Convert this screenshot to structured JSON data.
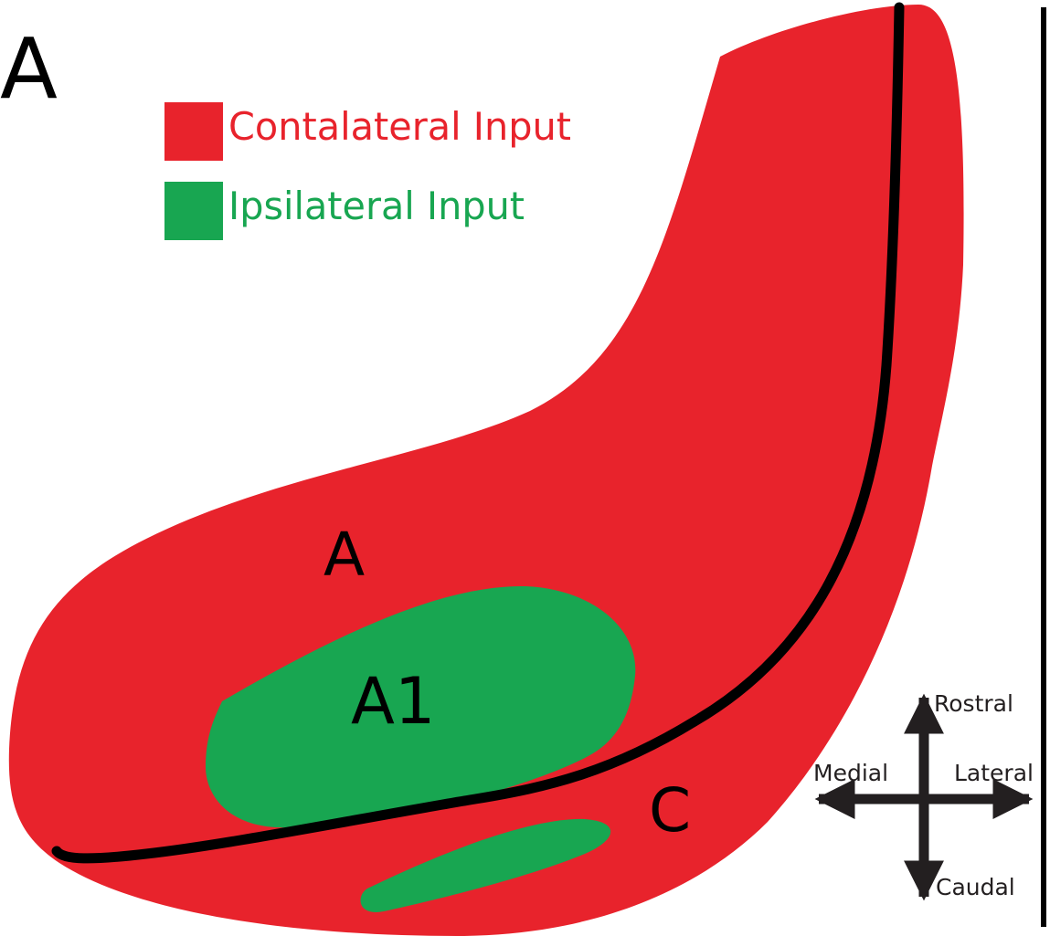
{
  "panel_label": "A",
  "legend": {
    "items": [
      {
        "label": "Contalateral Input",
        "color": "#e8232c"
      },
      {
        "label": "Ipsilateral Input",
        "color": "#18a651"
      }
    ]
  },
  "regions": {
    "a_label": "A",
    "a1_label": "A1",
    "c_label": "C"
  },
  "compass": {
    "up": "Rostral",
    "down": "Caudal",
    "left": "Medial",
    "right": "Lateral"
  },
  "colors": {
    "contralateral": "#e8232c",
    "ipsilateral": "#18a651",
    "outline": "#000000",
    "arrow": "#231f20"
  }
}
